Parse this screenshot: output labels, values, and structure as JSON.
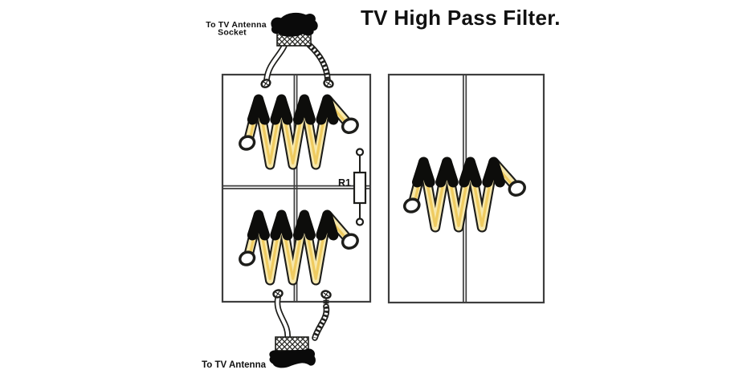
{
  "title": "TV High Pass Filter.",
  "labels": {
    "top_connector_line1": "To TV Antenna",
    "top_connector_line2": "Socket",
    "bottom_connector": "To TV Antenna",
    "resistor": "R1"
  },
  "diagram": {
    "type": "hand-drawn wiring diagram",
    "boards": [
      {
        "name": "filter-board-left",
        "coil_count": 2,
        "has_resistor": true,
        "resistor_label": "R1",
        "connections": [
          "top connector to TV antenna socket",
          "bottom connector to TV antenna"
        ]
      },
      {
        "name": "coil-board-right",
        "coil_count": 1,
        "has_resistor": false,
        "connections": []
      }
    ],
    "connectors": [
      {
        "position": "top",
        "label": "To TV Antenna Socket",
        "wires": 2
      },
      {
        "position": "bottom",
        "label": "To TV Antenna",
        "wires": 2
      }
    ]
  },
  "colors": {
    "background": "#ffffff",
    "ink": "#1d1d1a",
    "board_line": "#3e3e3e",
    "coil_fill": "#f7e8ab",
    "coil_shade": "#eec95c",
    "coil_cap": "#0d0d0b",
    "plug": "#0a0a0a",
    "text": "#111111"
  }
}
